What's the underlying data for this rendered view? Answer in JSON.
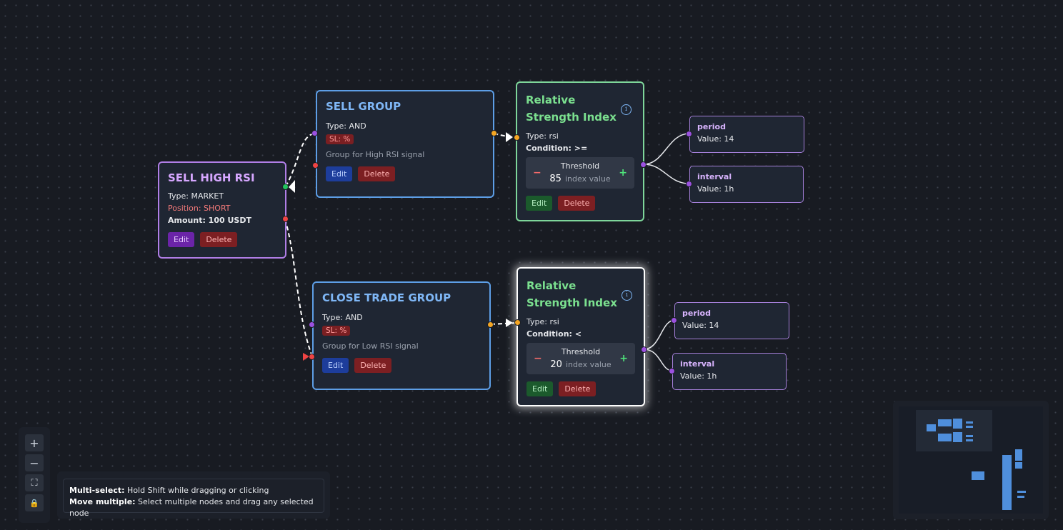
{
  "nodes": {
    "sell_high_rsi": {
      "title": "SELL HIGH RSI",
      "type": "Type: MARKET",
      "position": "Position: SHORT",
      "amount": "Amount: 100 USDT",
      "edit": "Edit",
      "delete": "Delete"
    },
    "sell_group": {
      "title": "SELL GROUP",
      "type": "Type: AND",
      "sl": "SL: %",
      "description": "Group for High RSI signal",
      "edit": "Edit",
      "delete": "Delete"
    },
    "close_trade_group": {
      "title": "CLOSE TRADE GROUP",
      "type": "Type: AND",
      "sl": "SL: %",
      "description": "Group for Low RSI signal",
      "edit": "Edit",
      "delete": "Delete"
    },
    "rsi_top": {
      "title_line1": "Relative",
      "title_line2": "Strength Index",
      "info_icon": "info-icon",
      "type": "Type: rsi",
      "condition": "Condition: >=",
      "threshold_label": "Threshold",
      "threshold_value": "85",
      "threshold_unit": "index value",
      "minus": "−",
      "plus": "+",
      "edit": "Edit",
      "delete": "Delete"
    },
    "rsi_bottom": {
      "title_line1": "Relative",
      "title_line2": "Strength Index",
      "info_icon": "info-icon",
      "type": "Type: rsi",
      "condition": "Condition: <",
      "threshold_label": "Threshold",
      "threshold_value": "20",
      "threshold_unit": "index value",
      "minus": "−",
      "plus": "+",
      "edit": "Edit",
      "delete": "Delete"
    },
    "param_period_top": {
      "name": "period",
      "value": "Value: 14"
    },
    "param_interval_top": {
      "name": "interval",
      "value": "Value: 1h"
    },
    "param_period_bottom": {
      "name": "period",
      "value": "Value: 14"
    },
    "param_interval_bottom": {
      "name": "interval",
      "value": "Value: 1h"
    }
  },
  "controls": {
    "zoom_in": "+",
    "zoom_out": "−",
    "fit_view": "⛶",
    "lock": "🔒"
  },
  "hint": {
    "multiselect_label": "Multi-select:",
    "multiselect_text": " Hold Shift while dragging or clicking",
    "move_label": "Move multiple:",
    "move_text": " Select multiple nodes and drag any selected node"
  },
  "colors": {
    "canvas_bg": "#181b22",
    "node_bg": "#1f2633",
    "purple": "#b07ee6",
    "blue": "#5d9ee6",
    "green": "#7ed69a",
    "handle_purple": "#9b51e0",
    "handle_orange": "#f5a623",
    "handle_red": "#ef4444",
    "handle_green": "#22c55e"
  }
}
